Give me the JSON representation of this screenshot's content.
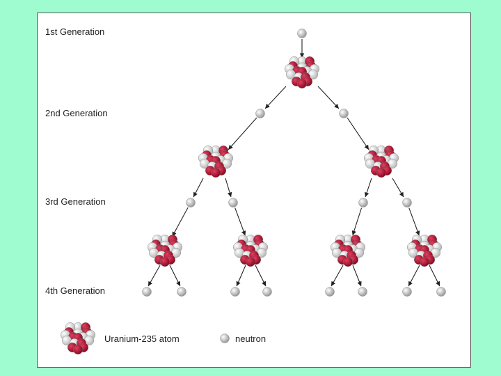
{
  "diagram": {
    "generations": [
      "1st Generation",
      "2nd Generation",
      "3rd Generation",
      "4th Generation"
    ],
    "legend": {
      "atom_label": "Uranium-235 atom",
      "neutron_label": "neutron"
    }
  },
  "colors": {
    "background": "#9ffcd0",
    "panel": "#ffffff",
    "nucleus_red": "#b01030",
    "nucleus_white": "#e8e8e8",
    "neutron": "#d0d0d0",
    "arrow": "#222222"
  }
}
